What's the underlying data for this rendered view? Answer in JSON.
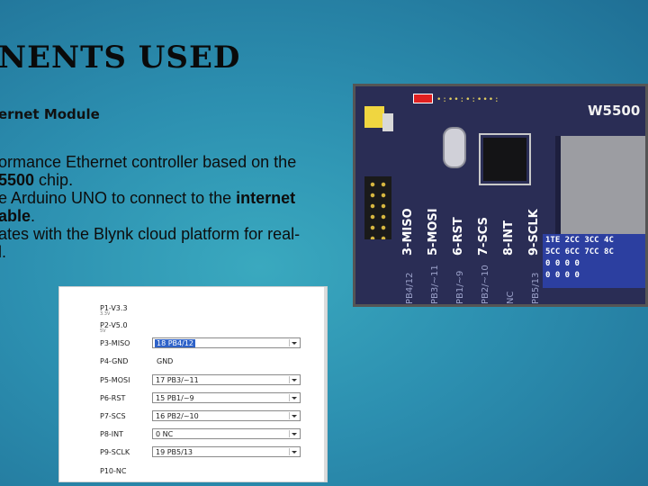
{
  "slide": {
    "title": "NENTS USED",
    "subtitle": "ernet Module",
    "bullets": [
      {
        "pre": "ormance Ethernet controller based on the",
        "bold": "",
        "post": ""
      },
      {
        "pre": "",
        "bold": "5500",
        "post": " chip."
      },
      {
        "pre": "e Arduino UNO to connect to the ",
        "bold": "internet",
        "post": ""
      },
      {
        "pre": "",
        "bold": "able",
        "post": "."
      },
      {
        "pre": "ates with the Blynk cloud platform for real-",
        "bold": "",
        "post": ""
      },
      {
        "pre": "l.",
        "bold": "",
        "post": ""
      }
    ]
  },
  "config": {
    "p1": {
      "label": "P1-V3.3",
      "sub": "3.3V"
    },
    "p2": {
      "label": "P2-V5.0",
      "sub": "5V"
    },
    "p3": {
      "label": "P3-MISO",
      "value": "18  PB4/12"
    },
    "p4": {
      "label": "P4-GND",
      "value": "GND"
    },
    "p5": {
      "label": "P5-MOSI",
      "value": "17  PB3/~11"
    },
    "p6": {
      "label": "P6-RST",
      "value": "15  PB1/~9"
    },
    "p7": {
      "label": "P7-SCS",
      "value": "16  PB2/~10"
    },
    "p8": {
      "label": "P8-INT",
      "value": "0  NC"
    },
    "p9": {
      "label": "P9-SCLK",
      "value": "19  PB5/13"
    },
    "p10": {
      "label": "P10-NC"
    }
  },
  "board": {
    "brand": "W5500",
    "pins": [
      {
        "port": "PB4/12",
        "name": "3-MISO"
      },
      {
        "port": "PB3/~11",
        "name": "5-MOSI"
      },
      {
        "port": "PB1/~9",
        "name": "6-RST"
      },
      {
        "port": "PB2/~10",
        "name": "7-SCS"
      },
      {
        "port": "NC",
        "name": "8-INT"
      },
      {
        "port": "PB5/13",
        "name": "9-SCLK"
      }
    ],
    "table": [
      "1TE 2CC 3CC 4C",
      "5CC 6CC 7CC 8C",
      "0    0   0   0",
      "0    0   0   0"
    ]
  }
}
